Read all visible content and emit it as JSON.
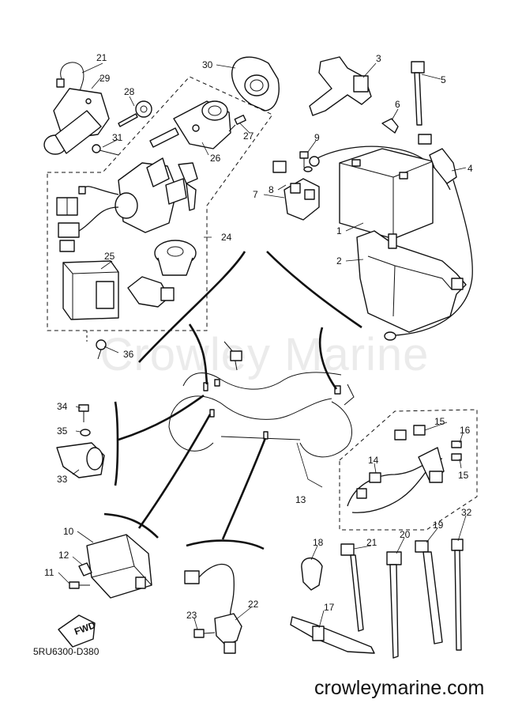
{
  "watermark": "Crowley Marine",
  "diagram_code": "5RU6300-D380",
  "site_url": "crowleymarine.com",
  "fwd_label": "FWD",
  "callouts": {
    "p1": "1",
    "p2": "2",
    "p3": "3",
    "p4": "4",
    "p5": "5",
    "p6": "6",
    "p7": "7",
    "p8": "8",
    "p9": "9",
    "p10": "10",
    "p11": "11",
    "p12": "12",
    "p13": "13",
    "p14": "14",
    "p15a": "15",
    "p15b": "15",
    "p16": "16",
    "p17": "17",
    "p18": "18",
    "p19": "19",
    "p20": "20",
    "p21a": "21",
    "p21b": "21",
    "p22": "22",
    "p23": "23",
    "p24": "24",
    "p25": "25",
    "p26": "26",
    "p27": "27",
    "p28": "28",
    "p29": "29",
    "p30": "30",
    "p31": "31",
    "p32": "32",
    "p33": "33",
    "p34": "34",
    "p35": "35",
    "p36": "36"
  }
}
